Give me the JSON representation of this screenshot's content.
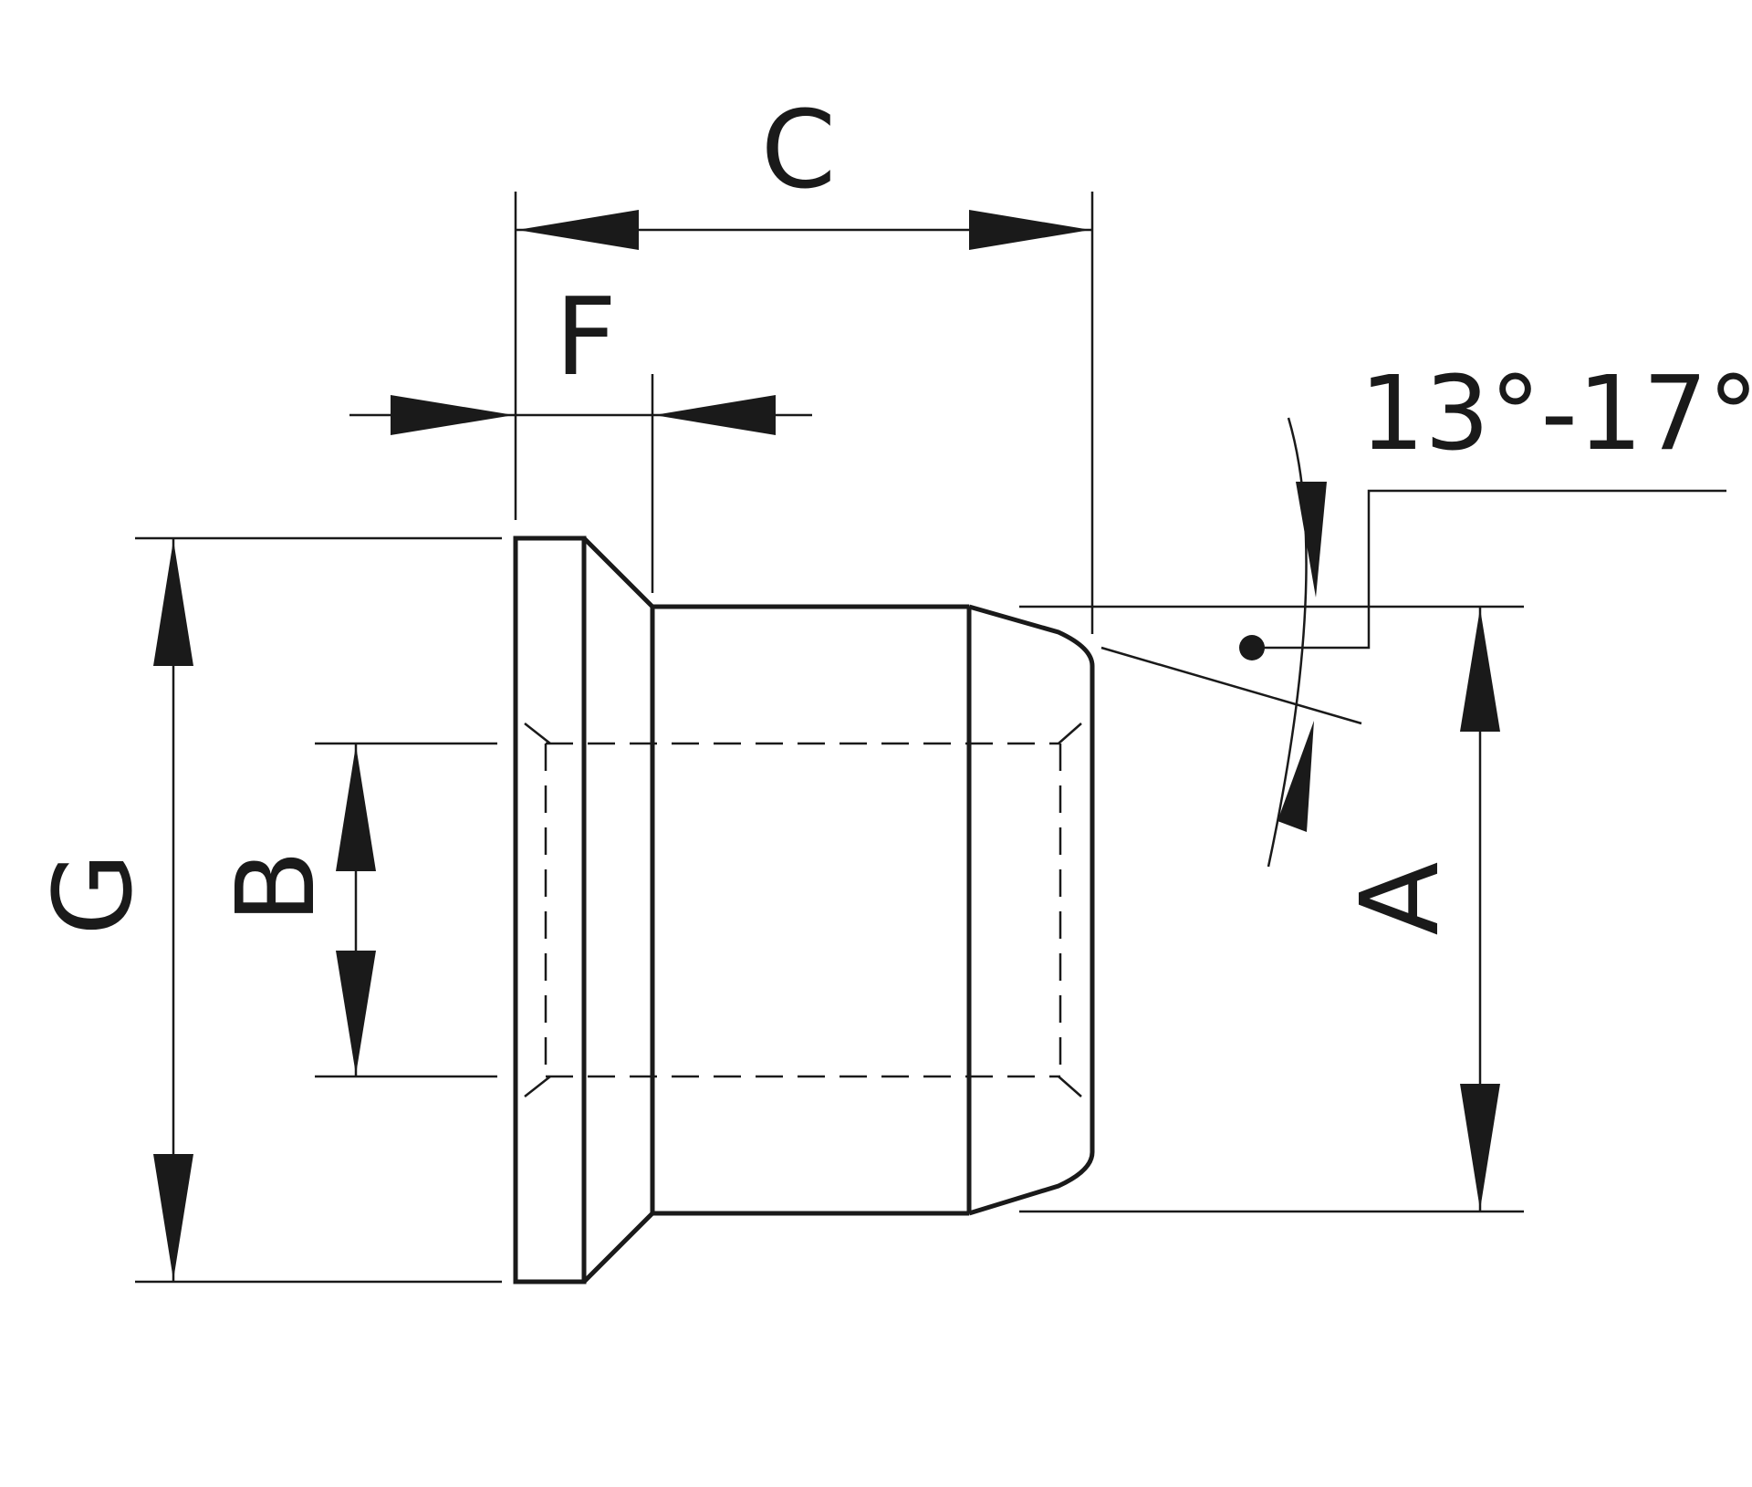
{
  "diagram": {
    "labels": {
      "c": "C",
      "f": "F",
      "g": "G",
      "b": "B",
      "a": "A",
      "angle": "13°-17°"
    },
    "colors": {
      "ink": "#1a1a1a",
      "background": "#ffffff"
    }
  }
}
